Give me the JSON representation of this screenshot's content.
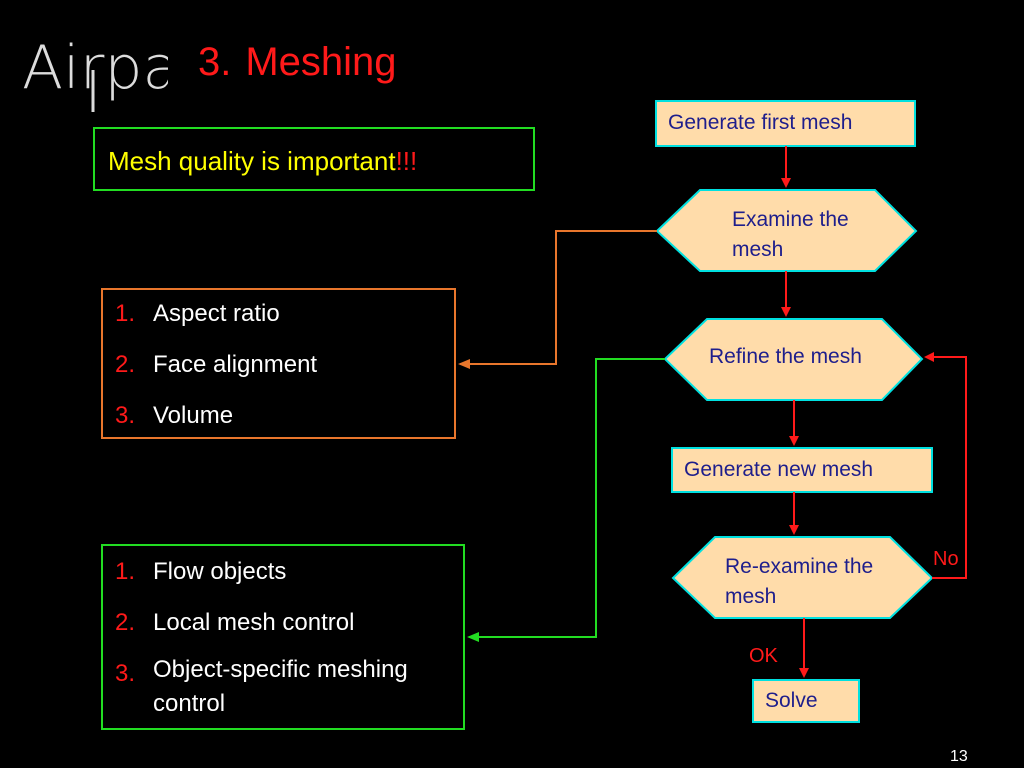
{
  "logo": {
    "text": "Airpak"
  },
  "title": {
    "number": "3.",
    "text": "Meshing"
  },
  "callout": {
    "text": "Mesh quality is important",
    "emphasis": "!!!"
  },
  "quality_list": [
    {
      "num": "1.",
      "text": "Aspect ratio"
    },
    {
      "num": "2.",
      "text": "Face alignment"
    },
    {
      "num": "3.",
      "text": "Volume"
    }
  ],
  "refine_list": [
    {
      "num": "1.",
      "text": "Flow objects"
    },
    {
      "num": "2.",
      "text": "Local mesh control"
    },
    {
      "num": "3.",
      "text": "Object-specific meshing control"
    }
  ],
  "flowchart": {
    "generate_first": "Generate first mesh",
    "examine": "Examine the mesh",
    "refine": "Refine the mesh",
    "generate_new": "Generate new mesh",
    "reexamine": "Re-examine the mesh",
    "solve": "Solve",
    "no_label": "No",
    "ok_label": "OK"
  },
  "page_number": "13",
  "colors": {
    "title": "#ff1a1a",
    "callout_text": "#ffff00",
    "node_fill": "#ffdcaa",
    "node_border": "#00e0e0",
    "node_text": "#1e1e8c",
    "arrow_red": "#ff1a1a",
    "connector_orange": "#e8762c",
    "connector_green": "#22dd22"
  }
}
